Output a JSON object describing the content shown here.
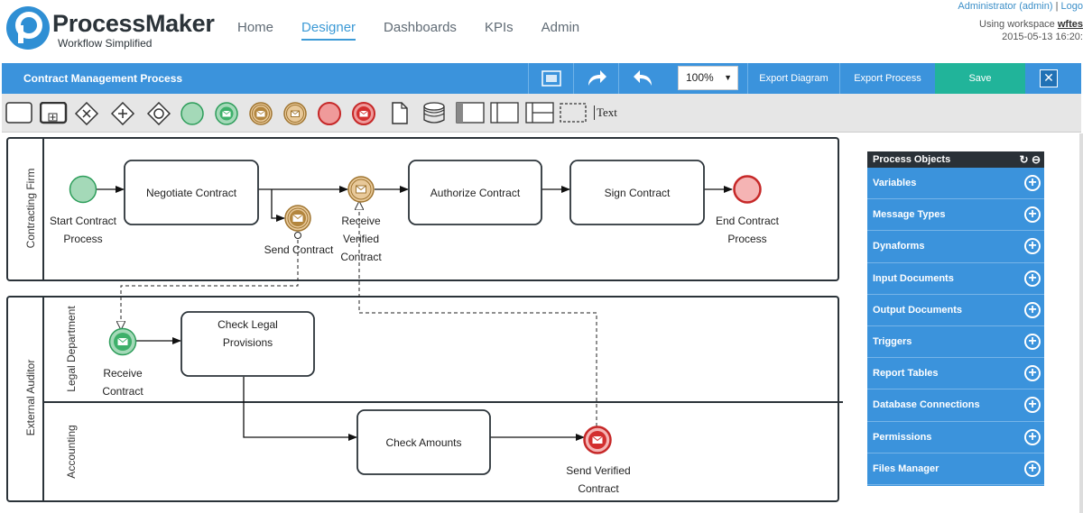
{
  "header": {
    "brand": "ProcessMaker",
    "tagline": "Workflow Simplified",
    "nav": [
      "Home",
      "Designer",
      "Dashboards",
      "KPIs",
      "Admin"
    ],
    "active_nav": "Designer",
    "user": "Administrator (admin)",
    "separator": "|",
    "logout": "Logo",
    "workspace_prefix": "Using workspace",
    "workspace_name": "wftes",
    "timestamp": "2015-05-13 16:20:"
  },
  "toolbar": {
    "process_title": "Contract Management Process",
    "zoom": "100%",
    "zoom_caret": "▼",
    "export_diagram": "Export Diagram",
    "export_process": "Export Process",
    "save": "Save",
    "close": "✕",
    "accent": "#3b93dc",
    "save_color": "#21b49a"
  },
  "shapes_toolbar": {
    "text_tool": "Text"
  },
  "diagram": {
    "pools": [
      {
        "name": "Contracting Firm",
        "lanes": []
      },
      {
        "name": "External Auditor",
        "lanes": [
          "Legal Department",
          "Accounting"
        ]
      }
    ],
    "elements": {
      "start": "Start Contract Process",
      "start_l1": "Start Contract",
      "start_l2": "Process",
      "negotiate": "Negotiate Contract",
      "send_contract": "Send Contract",
      "receive_verified_l1": "Receive",
      "receive_verified_l2": "Verified",
      "receive_verified_l3": "Contract",
      "authorize": "Authorize Contract",
      "sign": "Sign Contract",
      "end_l1": "End Contract",
      "end_l2": "Process",
      "receive_contract_l1": "Receive",
      "receive_contract_l2": "Contract",
      "check_legal_l1": "Check Legal",
      "check_legal_l2": "Provisions",
      "check_amounts": "Check Amounts",
      "send_verified_l1": "Send Verified",
      "send_verified_l2": "Contract"
    }
  },
  "process_objects": {
    "title": "Process Objects",
    "refresh_icon": "↻",
    "collapse_icon": "⊖",
    "plus": "+",
    "items": [
      "Variables",
      "Message Types",
      "Dynaforms",
      "Input Documents",
      "Output Documents",
      "Triggers",
      "Report Tables",
      "Database Connections",
      "Permissions",
      "Files Manager"
    ]
  }
}
